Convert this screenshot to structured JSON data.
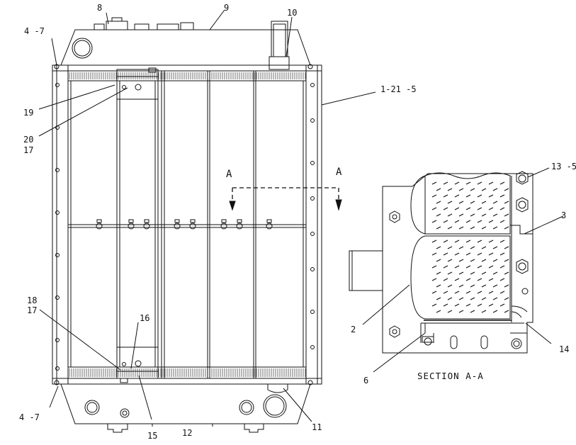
{
  "callouts": {
    "c8": "8",
    "c9": "9",
    "c10": "10",
    "c4_7_top": "4 -7",
    "c1_21_5": "1-21 -5",
    "c19": "19",
    "c20": "20",
    "c17_top": "17",
    "a_left": "A",
    "a_right": "A",
    "c13_5": "13 -5",
    "c3": "3",
    "c18": "18",
    "c17_bottom": "17",
    "c16": "16",
    "c2": "2",
    "c14": "14",
    "c6": "6",
    "c4_7_bottom": "4 -7",
    "c15": "15",
    "c12": "12",
    "c11": "11"
  },
  "section_title": "SECTION A-A",
  "colors": {
    "line": "#111111",
    "background": "#ffffff"
  }
}
